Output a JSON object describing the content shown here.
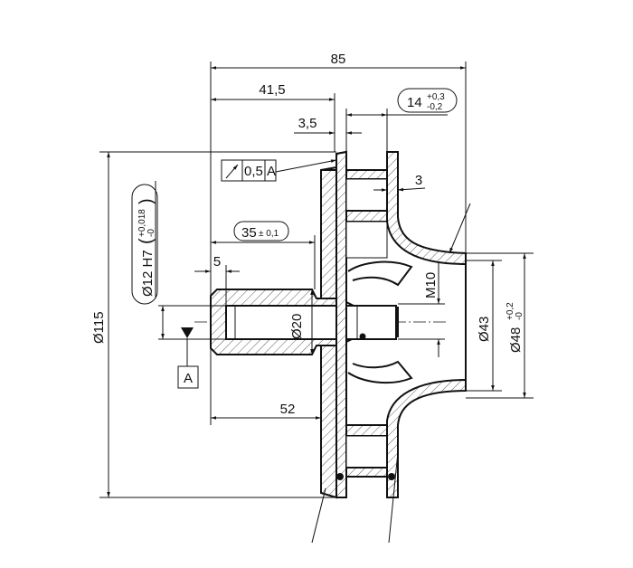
{
  "dimensions": {
    "overall_length": "85",
    "hub_to_shroud": "41,5",
    "shroud_thickness": "3,5",
    "vane_width": "14",
    "vane_width_tol_upper": "+0,3",
    "vane_width_tol_lower": "-0,2",
    "back_shroud_thickness": "3",
    "hub_length": "35",
    "hub_length_tol": "± 0,1",
    "chamfer_length": "5",
    "bore": "Ø12 H7",
    "bore_tol_upper": "+0,018",
    "bore_tol_lower": "-0",
    "outer_diameter": "Ø115",
    "hub_diameter": "Ø20",
    "thread": "M10",
    "eye_inner": "Ø43",
    "eye_outer": "Ø48",
    "eye_outer_tol_upper": "+0,2",
    "eye_outer_tol_lower": "-0",
    "bore_depth": "52"
  },
  "runout": {
    "value": "0,5",
    "datum": "A"
  },
  "datum_label": "A"
}
